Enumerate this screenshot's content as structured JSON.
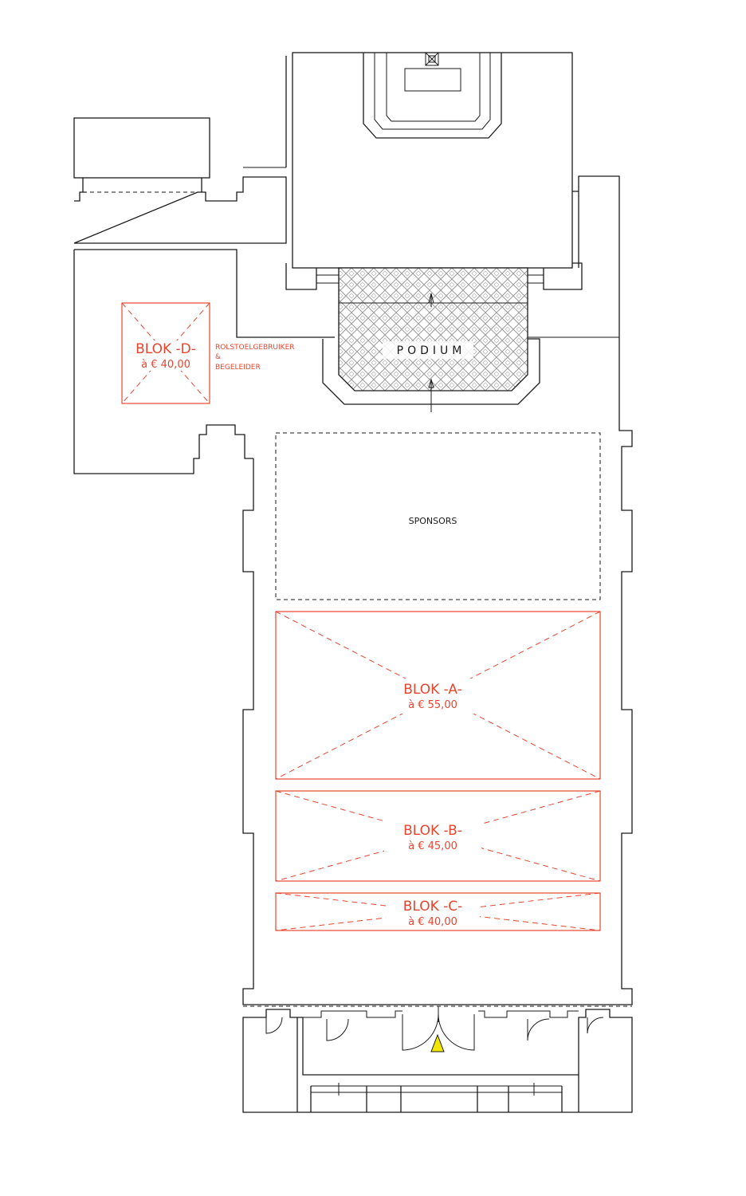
{
  "floorplan": {
    "stage_label": "PODIUM",
    "sponsors_label": "SPONSORS",
    "accent_color": "#e8452f",
    "entrance_marker_color": "#f2e600",
    "blocks": [
      {
        "id": "a",
        "name": "BLOK -A-",
        "price": "à € 55,00"
      },
      {
        "id": "b",
        "name": "BLOK -B-",
        "price": "à € 45,00"
      },
      {
        "id": "c",
        "name": "BLOK -C-",
        "price": "à € 40,00"
      },
      {
        "id": "d",
        "name": "BLOK -D-",
        "price": "à € 40,00"
      }
    ],
    "wheelchair_note": {
      "line1": "ROLSTOELGEBRUIKER",
      "line2": "&",
      "line3": "BEGELEIDER"
    }
  }
}
